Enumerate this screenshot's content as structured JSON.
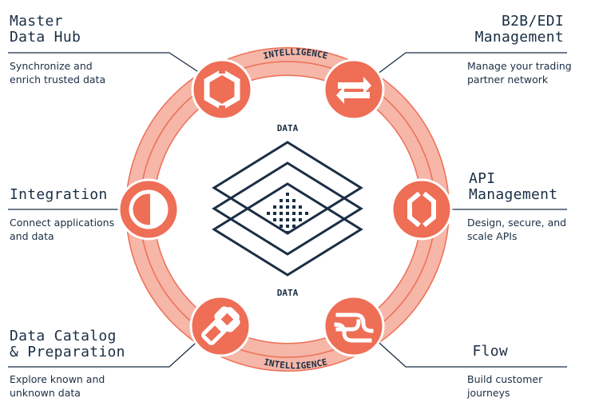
{
  "colors": {
    "navy": "#1a2e44",
    "coral": "#ee6e56",
    "ring": "#f6b6a8",
    "ring_edge": "#ee6e56",
    "white": "#ffffff"
  },
  "ring": {
    "label_top": "INTELLIGENCE",
    "label_bottom": "INTELLIGENCE"
  },
  "center": {
    "label_top": "DATA",
    "label_bottom": "DATA",
    "icon": "data-layers-icon"
  },
  "nodes": [
    {
      "id": "master-data-hub",
      "title": [
        "Master",
        "Data Hub"
      ],
      "desc": [
        "Synchronize and",
        "enrich trusted data"
      ],
      "icon": "hexagon-icon"
    },
    {
      "id": "b2b-edi",
      "title": [
        "B2B/EDI",
        "Management"
      ],
      "desc": [
        "Manage your trading",
        "partner network"
      ],
      "icon": "swap-arrows-icon"
    },
    {
      "id": "integration",
      "title": [
        "Integration"
      ],
      "desc": [
        "Connect applications",
        "and data"
      ],
      "icon": "half-circle-icon"
    },
    {
      "id": "api-management",
      "title": [
        "API",
        "Management"
      ],
      "desc": [
        "Design, secure, and",
        "scale APIs"
      ],
      "icon": "api-bracket-icon"
    },
    {
      "id": "data-catalog",
      "title": [
        "Data Catalog",
        "& Preparation"
      ],
      "desc": [
        "Explore known and",
        "unknown data"
      ],
      "icon": "chain-links-icon"
    },
    {
      "id": "flow",
      "title": [
        "Flow"
      ],
      "desc": [
        "Build customer",
        "journeys"
      ],
      "icon": "flow-waves-icon"
    }
  ]
}
